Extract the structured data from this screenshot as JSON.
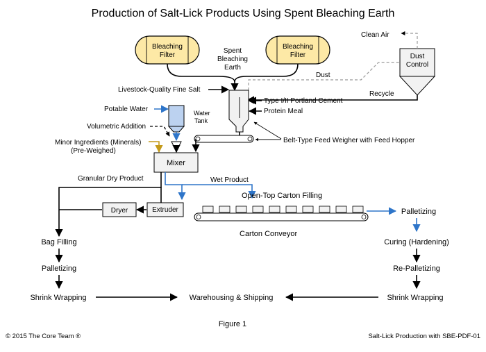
{
  "title": "Production of Salt-Lick Products Using Spent Bleaching Earth",
  "filters": {
    "left_line1": "Bleaching",
    "left_line2": "Filter",
    "right_line1": "Bleaching",
    "right_line2": "Filter"
  },
  "spent_bleaching_earth": [
    "Spent",
    "Bleaching",
    "Earth"
  ],
  "clean_air": "Clean Air",
  "dust_control": [
    "Dust",
    "Control"
  ],
  "dust": "Dust",
  "recycle": "Recycle",
  "fine_salt": "Livestock-Quality Fine Salt",
  "portland_cement": "Type I/II Portland Cement",
  "protein_meal": "Protein Meal",
  "potable_water": "Potable Water",
  "water_tank": [
    "Water",
    "Tank"
  ],
  "volumetric_addition": "Volumetric Addition",
  "minor_ingredients": [
    "Minor Ingredients (Minerals)",
    "(Pre-Weighed)"
  ],
  "feed_weigher": "Belt-Type Feed Weigher with Feed Hopper",
  "mixer": "Mixer",
  "granular_dry_product": "Granular Dry Product",
  "wet_product": "Wet Product",
  "carton_filling": "Open-Top Carton Filling",
  "dryer": "Dryer",
  "extruder": "Extruder",
  "carton_conveyor": "Carton Conveyor",
  "left_column": [
    "Bag Filling",
    "Palletizing",
    "Shrink Wrapping"
  ],
  "right_column": [
    "Palletizing",
    "Curing (Hardening)",
    "Re-Palletizing",
    "Shrink Wrapping"
  ],
  "warehousing": "Warehousing & Shipping",
  "figure": "Figure 1",
  "copyright": "© 2015 The Core Team ®",
  "footer_right": "Salt-Lick Production with SBE-PDF-01",
  "colors": {
    "filter_fill": "#fde9a6",
    "water_tank_fill": "#bcd2f0",
    "blue_flow": "#2e75c9",
    "gold_flow": "#c49a1a",
    "dust_line": "#999999"
  }
}
